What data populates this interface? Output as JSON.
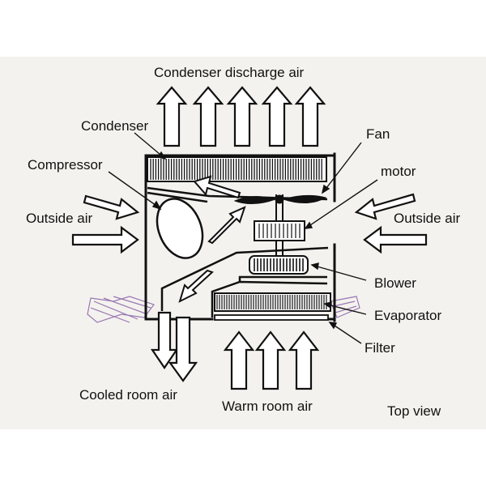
{
  "labels": {
    "condenser_discharge_air": "Condenser discharge air",
    "condenser": "Condenser",
    "compressor": "Compressor",
    "fan": "Fan",
    "motor": "motor",
    "outside_air_left": "Outside air",
    "outside_air_right": "Outside air",
    "blower": "Blower",
    "evaporator": "Evaporator",
    "filter": "Filter",
    "cooled_room_air": "Cooled room air",
    "warm_room_air": "Warm room air",
    "top_view": "Top view"
  },
  "colors": {
    "ink": "#111111",
    "paper": "#f4f2ee",
    "scribble": "#7a4fa0"
  }
}
